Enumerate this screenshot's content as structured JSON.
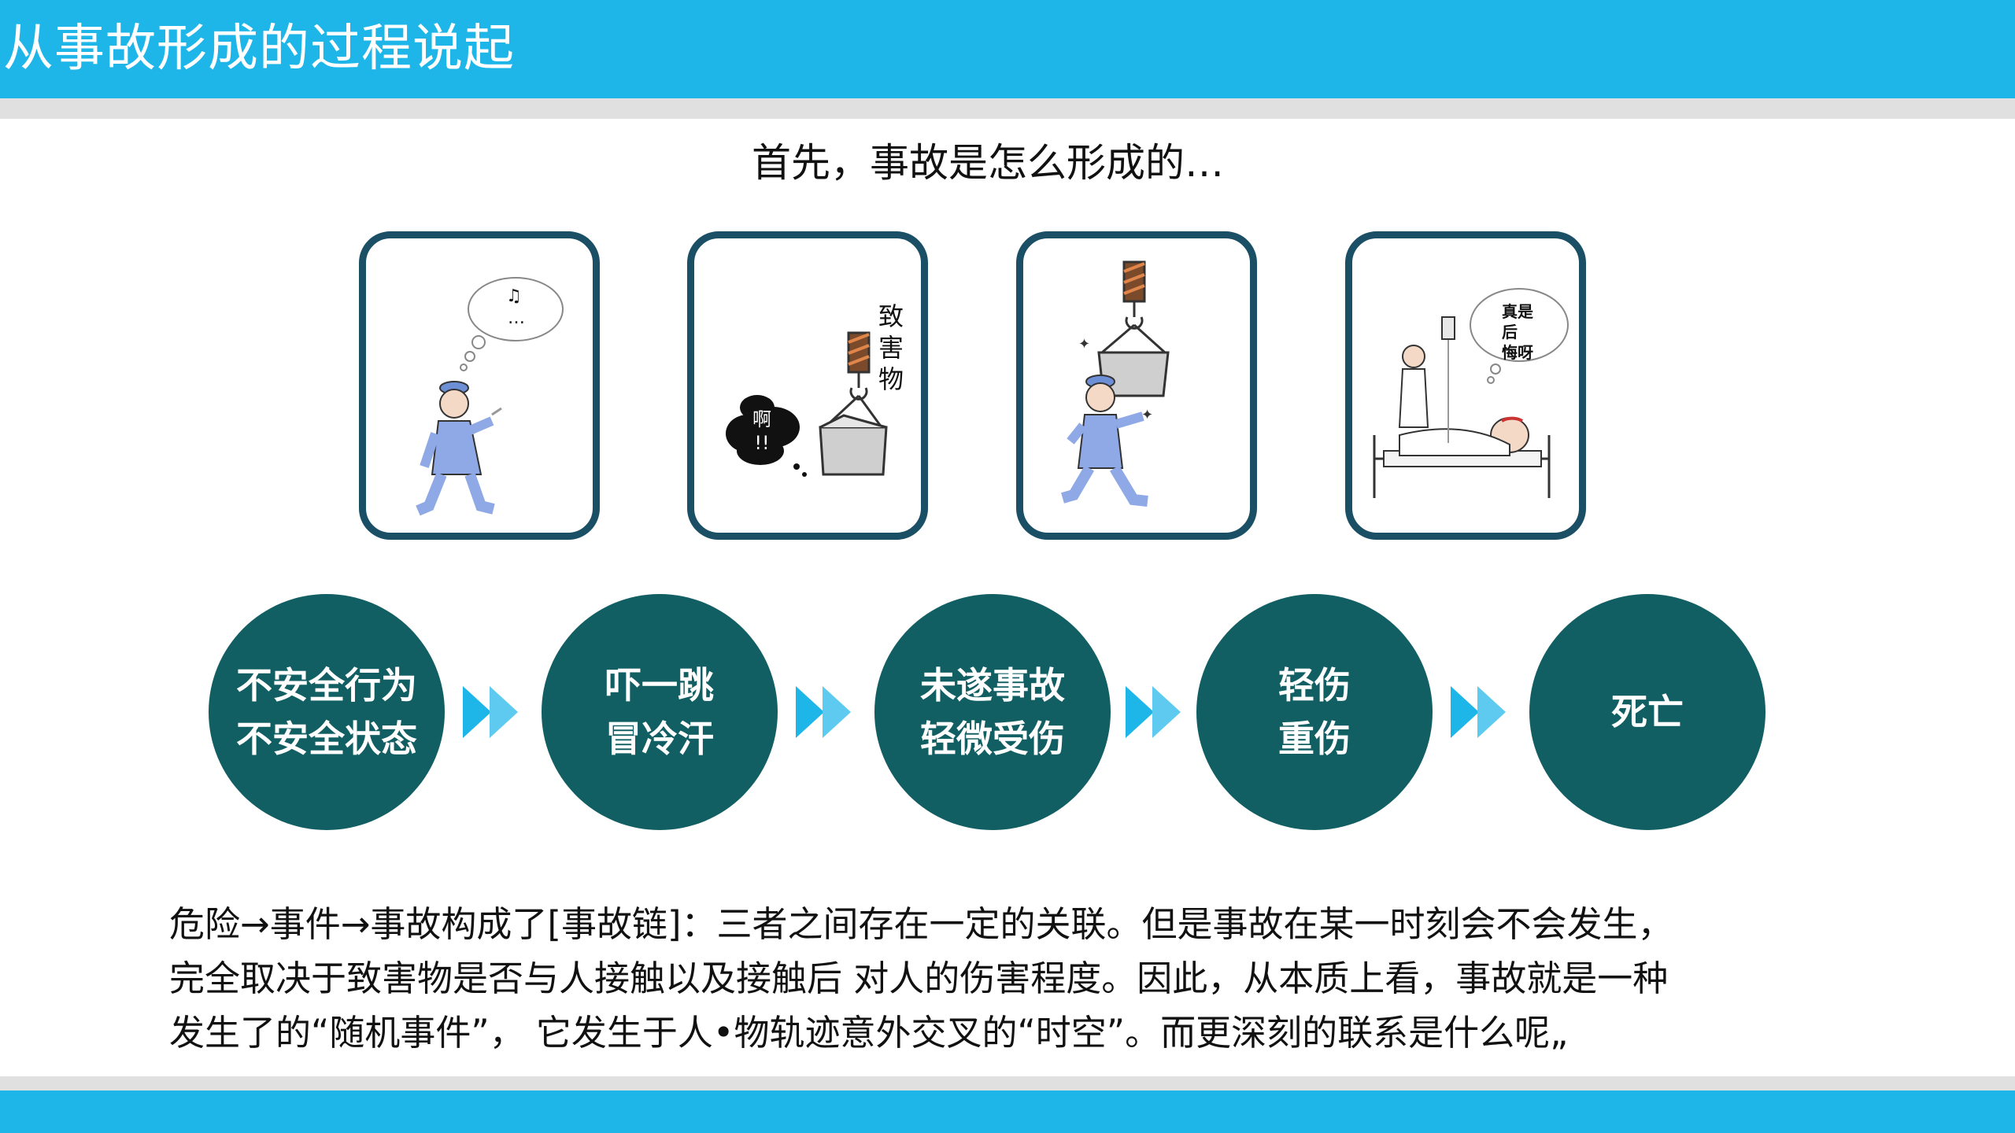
{
  "header": {
    "title": "从事故形成的过程说起"
  },
  "subtitle": "首先，事故是怎么形成的…",
  "cards": [
    {
      "bubble_line1": "♫",
      "bubble_line2": "…"
    },
    {
      "label_vertical": [
        "致",
        "害",
        "物"
      ],
      "exclaim_line1": "啊",
      "exclaim_line2": "!!"
    },
    {},
    {
      "bubble_line1": "真是",
      "bubble_line2": "后",
      "bubble_line3": "悔呀"
    }
  ],
  "stages": [
    {
      "line1": "不安全行为",
      "line2": "不安全状态"
    },
    {
      "line1": "吓一跳",
      "line2": "冒冷汗"
    },
    {
      "line1": "未遂事故",
      "line2": "轻微受伤"
    },
    {
      "line1": "轻伤",
      "line2": "重伤"
    },
    {
      "line1": "死亡",
      "line2": ""
    }
  ],
  "description": {
    "line1": "危险→事件→事故构成了[事故链]：三者之间存在一定的关联。但是事故在某一时刻会不会发生，",
    "line2": "完全取决于致害物是否与人接触以及接触后  对人的伤害程度。因此，从本质上看，事故就是一种",
    "line3": "发生了的“随机事件”，   它发生于人•物轨迹意外交叉的“时空”。而更深刻的联系是什么呢„"
  },
  "colors": {
    "accent": "#1eb6e8",
    "circle": "#115e63",
    "card_border": "#1a4f66",
    "arrow": "#1eb6e8"
  }
}
